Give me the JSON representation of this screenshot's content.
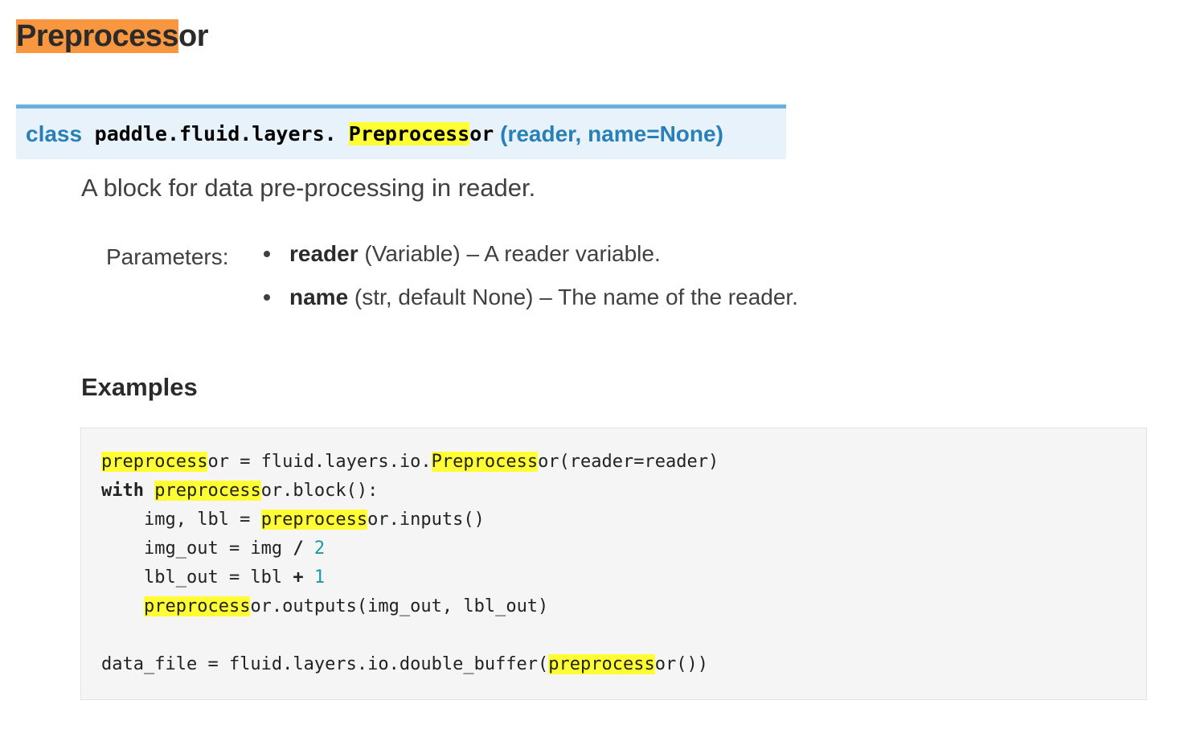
{
  "title": {
    "highlight": "Preprocess",
    "rest": "or"
  },
  "signature": {
    "keyword": "class",
    "module": "paddle.fluid.layers. ",
    "name_highlight": "Preprocess",
    "name_rest": "or",
    "args": " (reader, name=None)"
  },
  "description": "A block for data pre-processing in reader.",
  "parameters": {
    "label": "Parameters:",
    "items": [
      {
        "name": "reader",
        "desc": " (Variable) – A reader variable."
      },
      {
        "name": "name",
        "desc": " (str, default None) – The name of the reader."
      }
    ]
  },
  "examples_heading": "Examples",
  "code_lines": [
    [
      {
        "t": "preprocess",
        "c": "hl"
      },
      {
        "t": "or = fluid.layers.io."
      },
      {
        "t": "Preprocess",
        "c": "hl"
      },
      {
        "t": "or(reader=reader)"
      }
    ],
    [
      {
        "t": "with",
        "c": "k"
      },
      {
        "t": " "
      },
      {
        "t": "preprocess",
        "c": "hl"
      },
      {
        "t": "or.block():"
      }
    ],
    [
      {
        "t": "    img, lbl = "
      },
      {
        "t": "preprocess",
        "c": "hl"
      },
      {
        "t": "or.inputs()"
      }
    ],
    [
      {
        "t": "    img_out = img "
      },
      {
        "t": "/",
        "c": "op"
      },
      {
        "t": " "
      },
      {
        "t": "2",
        "c": "num"
      }
    ],
    [
      {
        "t": "    lbl_out = lbl "
      },
      {
        "t": "+",
        "c": "op"
      },
      {
        "t": " "
      },
      {
        "t": "1",
        "c": "num"
      }
    ],
    [
      {
        "t": "    "
      },
      {
        "t": "preprocess",
        "c": "hl"
      },
      {
        "t": "or.outputs(img_out, lbl_out)"
      }
    ],
    [],
    [
      {
        "t": "data_file = fluid.layers.io.double_buffer("
      },
      {
        "t": "preprocess",
        "c": "hl"
      },
      {
        "t": "or())"
      }
    ]
  ]
}
